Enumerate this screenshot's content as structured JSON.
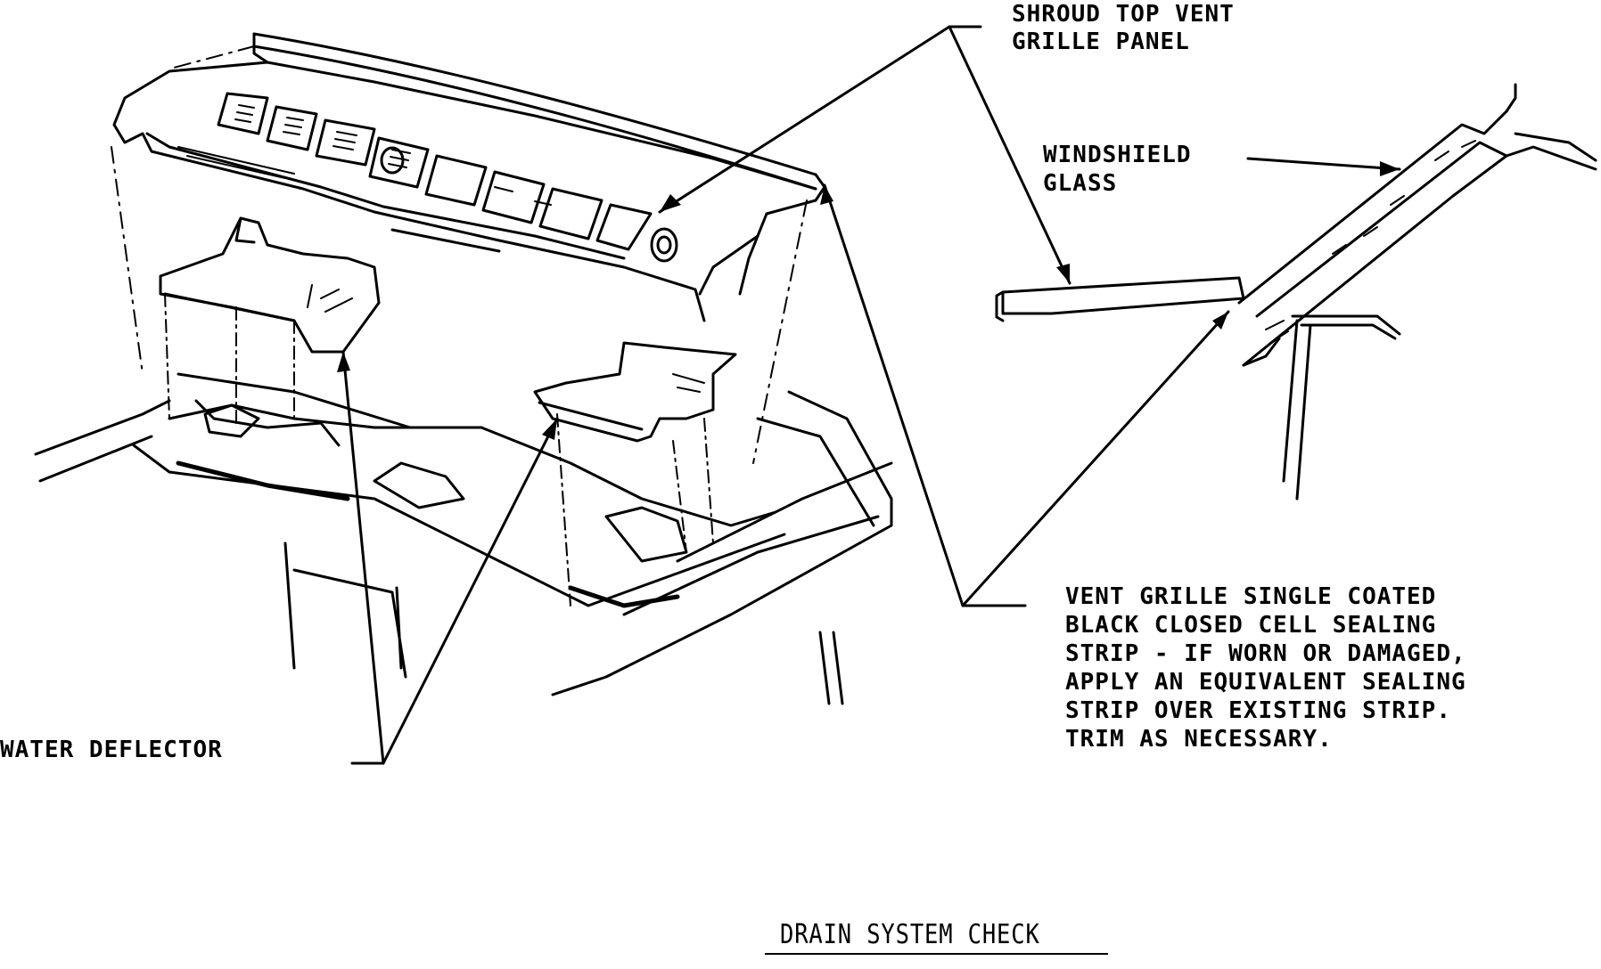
{
  "labels": {
    "shroud_line1": "SHROUD TOP VENT",
    "shroud_line2": "GRILLE PANEL",
    "windshield_line1": "WINDSHIELD",
    "windshield_line2": "GLASS",
    "strip_line1": "VENT GRILLE SINGLE COATED",
    "strip_line2": "BLACK CLOSED CELL SEALING",
    "strip_line3": "STRIP - IF WORN OR DAMAGED,",
    "strip_line4": "APPLY AN EQUIVALENT SEALING",
    "strip_line5": "STRIP OVER EXISTING STRIP.",
    "strip_line6": "TRIM AS NECESSARY.",
    "water_deflector": "WATER DEFLECTOR"
  },
  "caption": "DRAIN SYSTEM CHECK"
}
